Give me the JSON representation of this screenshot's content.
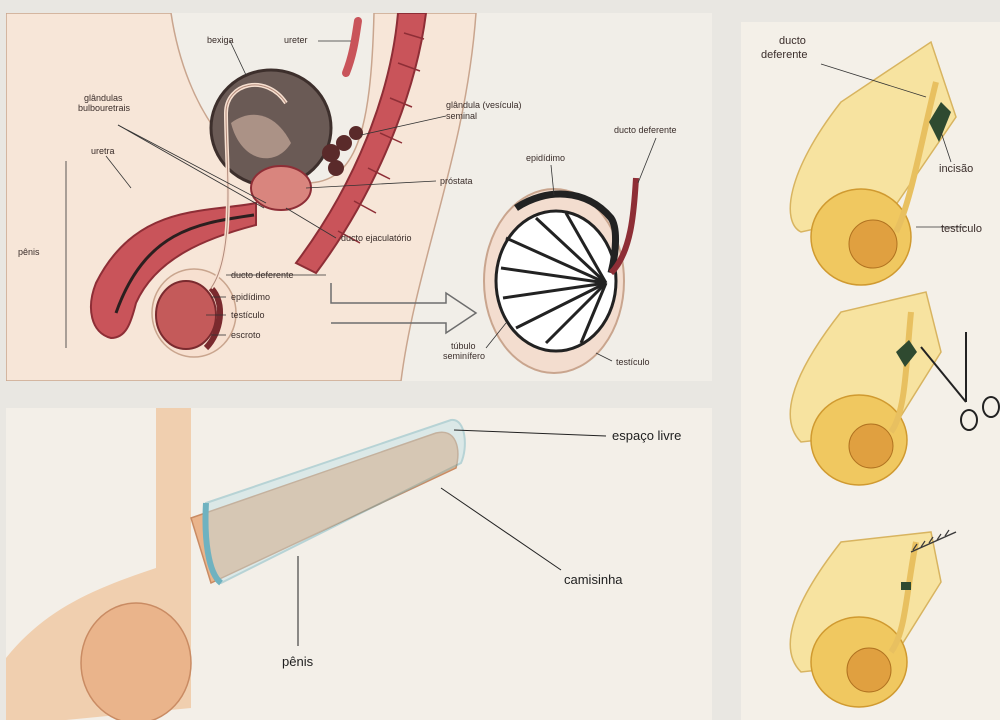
{
  "anatomy": {
    "labels": {
      "bexiga": "bexiga",
      "ureter": "ureter",
      "glandulas_bulbouretrais_1": "glândulas",
      "glandulas_bulbouretrais_2": "bulbouretrais",
      "glandula_seminal_1": "glândula (vesícula)",
      "glandula_seminal_2": "seminal",
      "uretra": "uretra",
      "prostata": "próstata",
      "penis": "pênis",
      "ducto_ejaculatorio": "ducto ejaculatório",
      "ducto_deferente": "ducto deferente",
      "epididimo": "epidídimo",
      "testiculo": "testículo",
      "escroto": "escroto",
      "detail_epididimo": "epidídimo",
      "detail_ducto_deferente": "ducto deferente",
      "tubulo_1": "túbulo",
      "tubulo_2": "seminífero",
      "detail_testiculo": "testículo"
    }
  },
  "condom": {
    "labels": {
      "espaco_livre": "espaço livre",
      "camisinha": "camisinha",
      "penis": "pênis"
    }
  },
  "vasectomy": {
    "labels": {
      "ducto_1": "ducto",
      "ducto_2": "deferente",
      "incisao": "incisão",
      "testiculo": "testículo"
    }
  }
}
